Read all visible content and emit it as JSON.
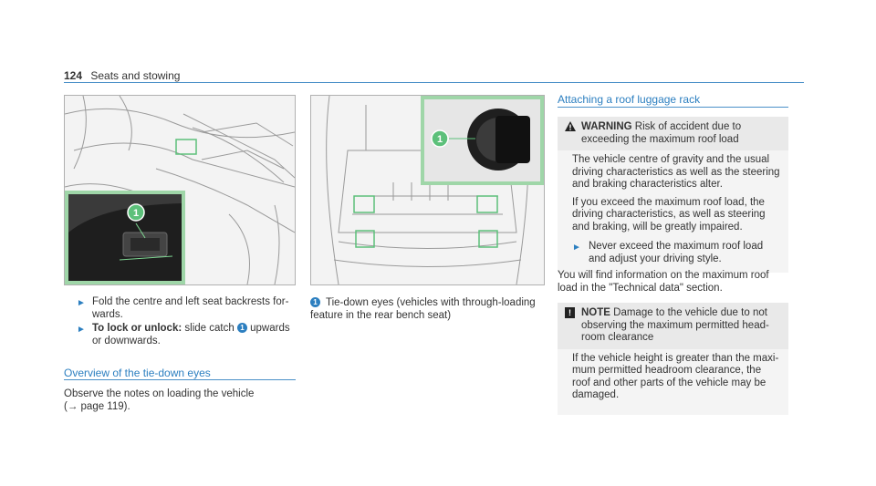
{
  "header": {
    "page_number": "124",
    "section": "Seats and stowing"
  },
  "left_column": {
    "step1": "Fold the centre and left seat backrests for­wards.",
    "step2_bold": "To lock or unlock:",
    "step2_a": " slide catch ",
    "step2_callout": "1",
    "step2_b": " upwards or downwards.",
    "heading": "Overview of the tie-down eyes",
    "para": "Observe the notes on loading the vehicle (→ page 119)."
  },
  "figure1": {
    "callout": "1"
  },
  "figure2": {
    "callout": "1"
  },
  "middle_column": {
    "caption_callout": "1",
    "caption": "Tie-down eyes (vehicles with through-loading feature in the rear bench seat)"
  },
  "right_column": {
    "heading": "Attaching a roof luggage rack",
    "warning": {
      "label": "WARNING",
      "title": " Risk of accident due to exceed­ing the maximum roof load",
      "p1": "The vehicle centre of gravity and the usual driving characteristics as well as the steering and braking characteristics alter.",
      "p2": "If you exceed the maximum roof load, the driv­ing characteristics, as well as steering and braking, will be greatly impaired.",
      "step": "Never exceed the maximum roof load and adjust your driving style."
    },
    "info": "You will find information on the maximum roof load in the \"Technical data\" section.",
    "note": {
      "label": "NOTE",
      "title": " Damage to the vehicle due to not observing the maximum permitted head­room clearance",
      "body": "If the vehicle height is greater than the maxi­mum permitted headroom clearance, the roof and other parts of the vehicle may be dam­aged."
    }
  },
  "colors": {
    "accent": "#2c7fc0",
    "callout_frame": "#9fd6a8"
  }
}
